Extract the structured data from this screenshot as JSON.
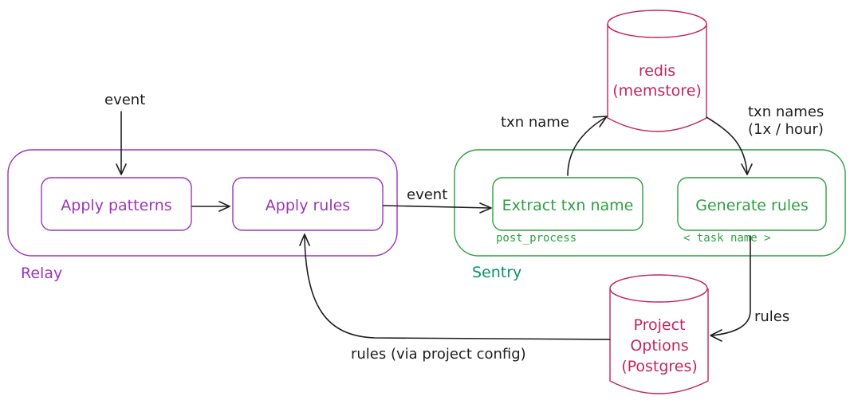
{
  "groups": {
    "relay": {
      "label": "Relay",
      "color": "#9c36b5"
    },
    "sentry": {
      "label": "Sentry",
      "color": "#2f9e44",
      "label_color": "#099268"
    }
  },
  "nodes": {
    "apply_patterns": {
      "label": "Apply patterns"
    },
    "apply_rules": {
      "label": "Apply rules"
    },
    "extract_txn": {
      "label": "Extract txn name",
      "sublabel": "post_process"
    },
    "generate_rules": {
      "label": "Generate rules",
      "sublabel": "< task name >"
    },
    "redis": {
      "lines": [
        "redis",
        "(memstore)"
      ],
      "color": "#c2255c"
    },
    "project_options": {
      "lines": [
        "Project",
        "Options",
        "(Postgres)"
      ],
      "color": "#c2255c"
    }
  },
  "edges": {
    "event_in": "event",
    "event_to_sentry": "event",
    "txn_name": "txn name",
    "txn_names": [
      "txn names",
      "(1x / hour)"
    ],
    "rules": "rules",
    "rules_via_config": "rules (via project config)"
  }
}
